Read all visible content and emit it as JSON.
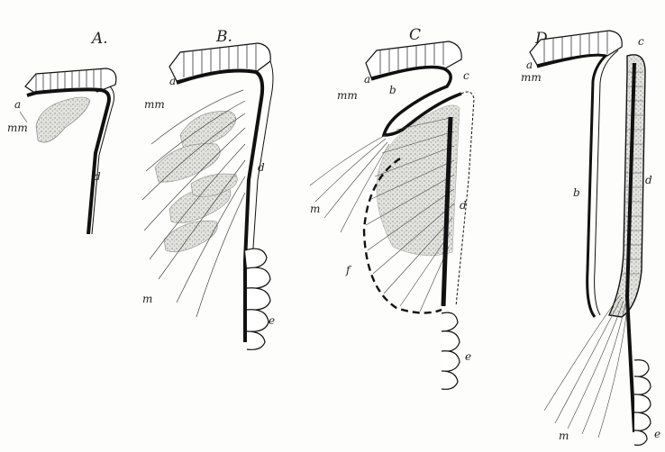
{
  "panels": [
    {
      "id": "A",
      "title": "A.",
      "labels": {
        "a": "a",
        "mm": "mm",
        "d": "d"
      }
    },
    {
      "id": "B",
      "title": "B.",
      "labels": {
        "a": "a",
        "mm": "mm",
        "d": "d",
        "m": "m",
        "e": "e"
      }
    },
    {
      "id": "C",
      "title": "C",
      "labels": {
        "a": "a",
        "mm": "mm",
        "b": "b",
        "c": "c",
        "m": "m",
        "d": "d",
        "f": "f",
        "e": "e"
      }
    },
    {
      "id": "D",
      "title": "D.",
      "labels": {
        "a": "a",
        "mm": "mm",
        "c": "c",
        "b": "b",
        "d": "d",
        "m": "m",
        "e": "e"
      }
    }
  ],
  "colors": {
    "ink": "#111111",
    "stipple": "#b9b9b4",
    "paper": "#fdfdfb"
  }
}
